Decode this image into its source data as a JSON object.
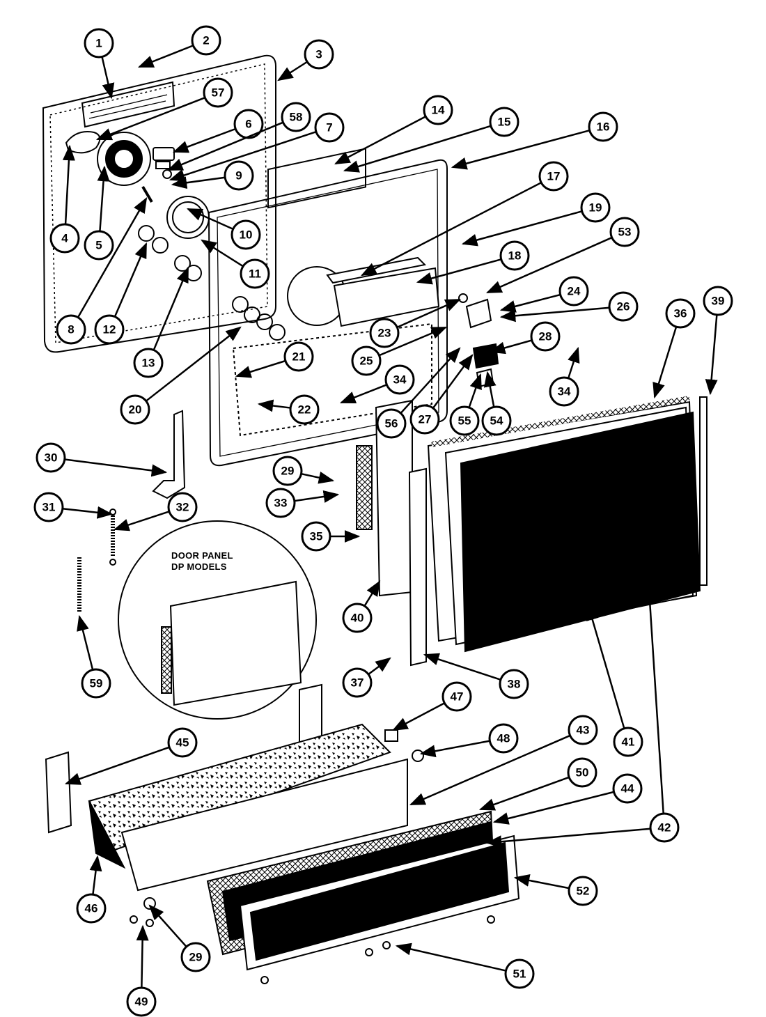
{
  "inset": {
    "title_line1": "DOOR PANEL",
    "title_line2": "DP MODELS"
  },
  "callouts": [
    {
      "number": "1"
    },
    {
      "number": "2"
    },
    {
      "number": "3"
    },
    {
      "number": "57"
    },
    {
      "number": "6"
    },
    {
      "number": "58"
    },
    {
      "number": "7"
    },
    {
      "number": "14"
    },
    {
      "number": "15"
    },
    {
      "number": "16"
    },
    {
      "number": "9"
    },
    {
      "number": "17"
    },
    {
      "number": "19"
    },
    {
      "number": "53"
    },
    {
      "number": "10"
    },
    {
      "number": "4"
    },
    {
      "number": "5"
    },
    {
      "number": "11"
    },
    {
      "number": "18"
    },
    {
      "number": "24"
    },
    {
      "number": "26"
    },
    {
      "number": "36"
    },
    {
      "number": "39"
    },
    {
      "number": "8"
    },
    {
      "number": "12"
    },
    {
      "number": "23"
    },
    {
      "number": "28"
    },
    {
      "number": "25"
    },
    {
      "number": "13"
    },
    {
      "number": "21"
    },
    {
      "number": "34"
    },
    {
      "number": "34"
    },
    {
      "number": "20"
    },
    {
      "number": "22"
    },
    {
      "number": "56"
    },
    {
      "number": "27"
    },
    {
      "number": "55"
    },
    {
      "number": "54"
    },
    {
      "number": "30"
    },
    {
      "number": "29"
    },
    {
      "number": "31"
    },
    {
      "number": "32"
    },
    {
      "number": "33"
    },
    {
      "number": "35"
    },
    {
      "number": "40"
    },
    {
      "number": "59"
    },
    {
      "number": "37"
    },
    {
      "number": "38"
    },
    {
      "number": "47"
    },
    {
      "number": "45"
    },
    {
      "number": "48"
    },
    {
      "number": "43"
    },
    {
      "number": "41"
    },
    {
      "number": "50"
    },
    {
      "number": "44"
    },
    {
      "number": "42"
    },
    {
      "number": "52"
    },
    {
      "number": "46"
    },
    {
      "number": "29"
    },
    {
      "number": "51"
    },
    {
      "number": "49"
    }
  ]
}
